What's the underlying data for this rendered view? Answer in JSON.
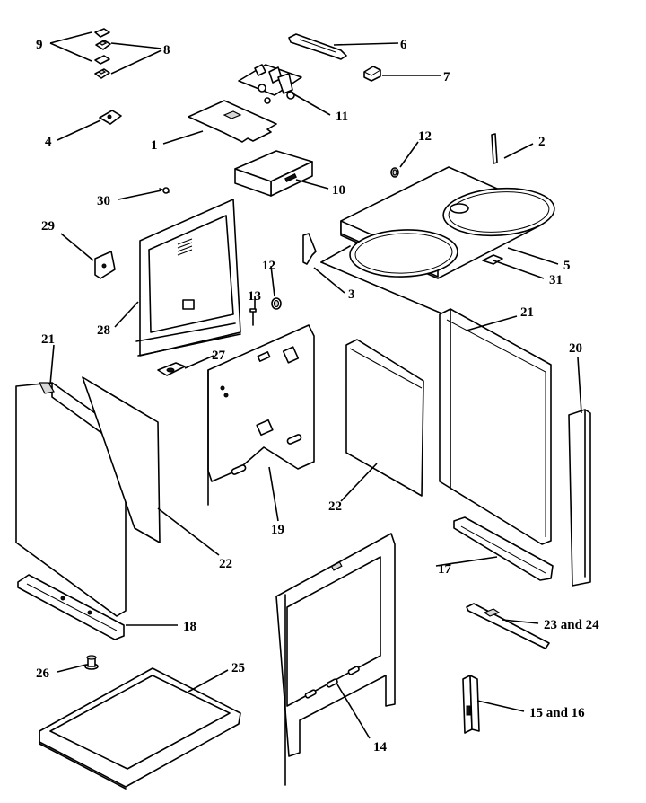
{
  "callouts": {
    "c1": "1",
    "c2": "2",
    "c3": "3",
    "c4": "4",
    "c5": "5",
    "c6": "6",
    "c7": "7",
    "c8": "8",
    "c9": "9",
    "c10": "10",
    "c11": "11",
    "c12a": "12",
    "c12b": "12",
    "c13": "13",
    "c14": "14",
    "c15_16": "15 and 16",
    "c17": "17",
    "c18": "18",
    "c19": "19",
    "c20": "20",
    "c21a": "21",
    "c21b": "21",
    "c22a": "22",
    "c22b": "22",
    "c23_24": "23 and 24",
    "c25": "25",
    "c26": "26",
    "c27": "27",
    "c28": "28",
    "c29": "29",
    "c30": "30",
    "c31": "31"
  }
}
